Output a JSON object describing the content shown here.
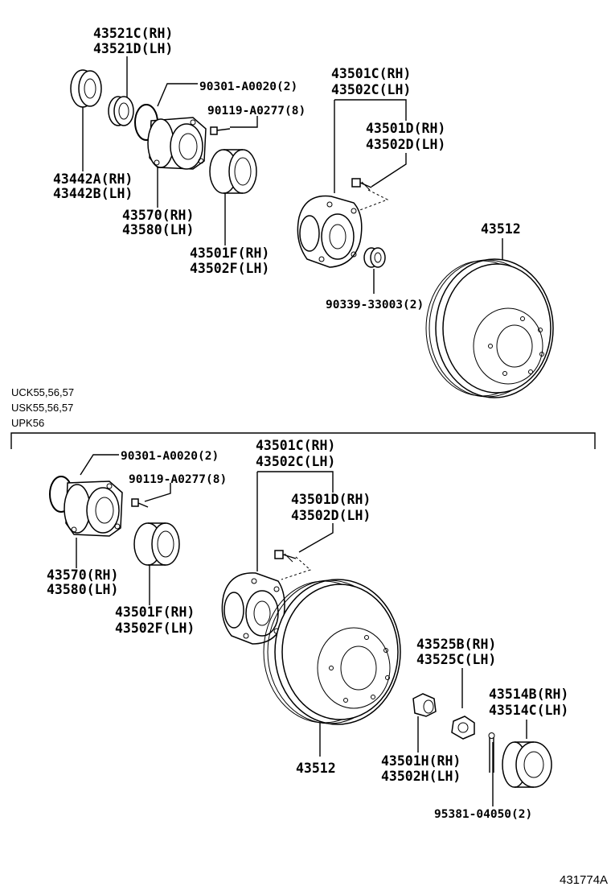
{
  "upper": {
    "p43521": [
      "43521C(RH)",
      "43521D(LH)"
    ],
    "p90301": "90301-A0020(2)",
    "p90119": "90119-A0277(8)",
    "p43442": [
      "43442A(RH)",
      "43442B(LH)"
    ],
    "p43570": [
      "43570(RH)",
      "43580(LH)"
    ],
    "p43501f": [
      "43501F(RH)",
      "43502F(LH)"
    ],
    "p43501c": [
      "43501C(RH)",
      "43502C(LH)"
    ],
    "p43501d": [
      "43501D(RH)",
      "43502D(LH)"
    ],
    "p90339": "90339-33003(2)",
    "p43512": "43512"
  },
  "models": [
    "UCK55,56,57",
    "USK55,56,57",
    "UPK56"
  ],
  "lower": {
    "p90301": "90301-A0020(2)",
    "p90119": "90119-A0277(8)",
    "p43501c": [
      "43501C(RH)",
      "43502C(LH)"
    ],
    "p43501d": [
      "43501D(RH)",
      "43502D(LH)"
    ],
    "p43570": [
      "43570(RH)",
      "43580(LH)"
    ],
    "p43501f": [
      "43501F(RH)",
      "43502F(LH)"
    ],
    "p43525": [
      "43525B(RH)",
      "43525C(LH)"
    ],
    "p43514": [
      "43514B(RH)",
      "43514C(LH)"
    ],
    "p43512": "43512",
    "p43501h": [
      "43501H(RH)",
      "43502H(LH)"
    ],
    "p95381": "95381-04050(2)"
  },
  "illustration_id": "431774A"
}
